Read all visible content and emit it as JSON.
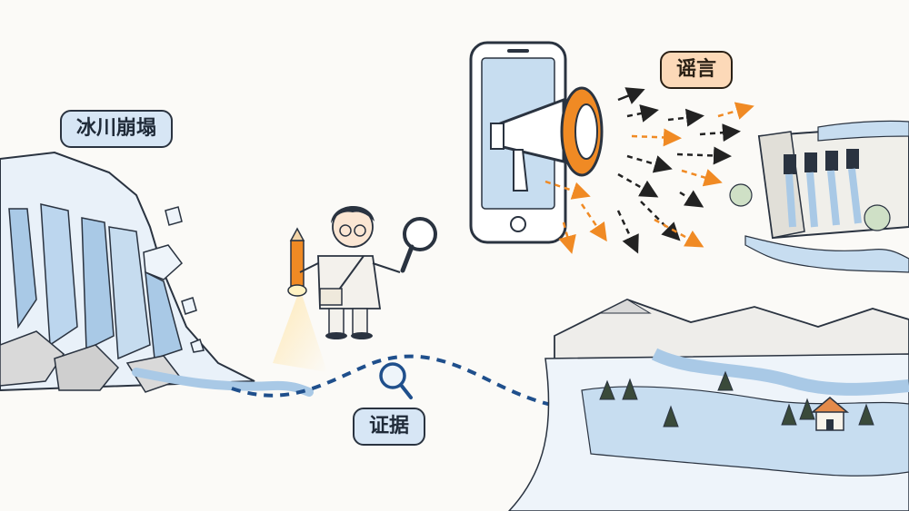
{
  "labels": {
    "glacier_collapse": "冰川崩塌",
    "evidence": "证据",
    "rumor": "谣言"
  },
  "colors": {
    "ice_blue": "#a9c9e6",
    "water_blue": "#c7ddf0",
    "accent_orange": "#f08a24",
    "path_blue": "#1f4f8c",
    "ink": "#2a3340",
    "tag_blue_bg": "#d7e6f5",
    "tag_orange_bg": "#fcd9b8"
  },
  "icons": [
    "glacier-illustration",
    "child-detective",
    "pencil-flashlight",
    "magnifying-glass-icon",
    "smartphone",
    "megaphone-icon",
    "dam-illustration",
    "flooded-valley-illustration"
  ]
}
